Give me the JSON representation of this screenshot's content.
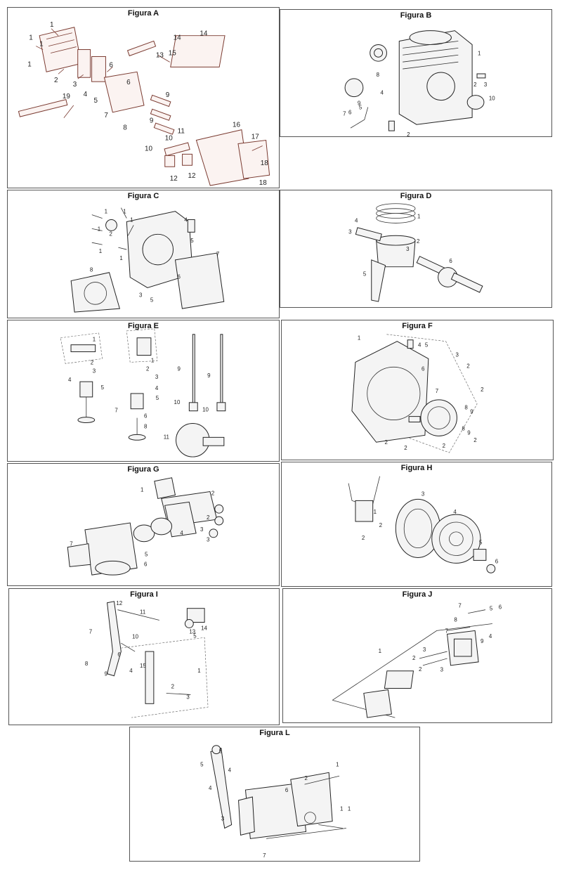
{
  "figures": {
    "a": {
      "title": "Figura A",
      "labels": [
        "1",
        "1",
        "1",
        "1",
        "2",
        "3",
        "4",
        "5",
        "6",
        "6",
        "7",
        "8",
        "9",
        "9",
        "10",
        "10",
        "11",
        "12",
        "12",
        "13",
        "14",
        "14",
        "15",
        "16",
        "17",
        "18",
        "18",
        "19"
      ]
    },
    "b": {
      "title": "Figura B",
      "labels": [
        "1",
        "2",
        "2",
        "3",
        "4",
        "5",
        "6",
        "7",
        "8",
        "9",
        "10"
      ]
    },
    "c": {
      "title": "Figura C",
      "labels": [
        "1",
        "1",
        "1",
        "1",
        "1",
        "1",
        "2",
        "3",
        "4",
        "5",
        "5",
        "6",
        "7",
        "8"
      ]
    },
    "d": {
      "title": "Figura D",
      "labels": [
        "1",
        "2",
        "3",
        "3",
        "4",
        "5",
        "6"
      ]
    },
    "e": {
      "title": "Figura E",
      "labels": [
        "1",
        "1",
        "2",
        "2",
        "3",
        "3",
        "4",
        "4",
        "5",
        "5",
        "6",
        "7",
        "8",
        "9",
        "9",
        "10",
        "10",
        "11"
      ]
    },
    "f": {
      "title": "Figura F",
      "labels": [
        "1",
        "2",
        "2",
        "2",
        "2",
        "2",
        "2",
        "3",
        "4",
        "5",
        "6",
        "7",
        "8",
        "8",
        "9",
        "9"
      ]
    },
    "g": {
      "title": "Figura G",
      "labels": [
        "1",
        "2",
        "2",
        "3",
        "3",
        "4",
        "5",
        "6",
        "7"
      ]
    },
    "h": {
      "title": "Figura H",
      "labels": [
        "1",
        "2",
        "2",
        "3",
        "4",
        "5",
        "6"
      ]
    },
    "i": {
      "title": "Figura I",
      "labels": [
        "1",
        "2",
        "3",
        "4",
        "5",
        "6",
        "7",
        "8",
        "9",
        "10",
        "11",
        "12",
        "13",
        "14",
        "15"
      ]
    },
    "j": {
      "title": "Figura J",
      "labels": [
        "1",
        "2",
        "2",
        "3",
        "3",
        "4",
        "5",
        "6",
        "7",
        "7",
        "8",
        "9"
      ]
    },
    "l": {
      "title": "Figura L",
      "labels": [
        "1",
        "1",
        "1",
        "2",
        "3",
        "4",
        "4",
        "5",
        "5",
        "6",
        "7"
      ]
    }
  }
}
